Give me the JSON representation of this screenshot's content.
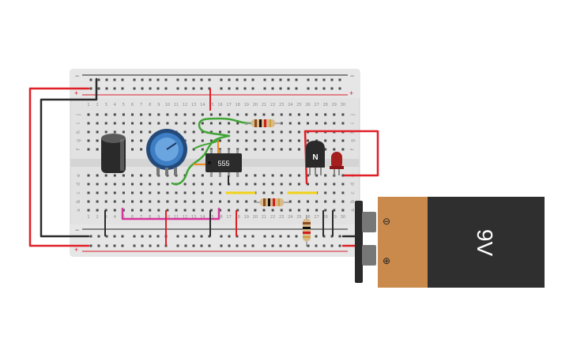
{
  "breadboard": {
    "columns": 30,
    "rows_top": [
      "j",
      "i",
      "h",
      "g",
      "f"
    ],
    "rows_bottom": [
      "e",
      "d",
      "c",
      "b",
      "a"
    ],
    "rail_plus": "+",
    "rail_minus": "−"
  },
  "components": {
    "ic_label": "555",
    "transistor_label": "N",
    "battery_label": "9V",
    "battery_minus": "⊖",
    "battery_plus": "⊕"
  },
  "colors": {
    "board": "#e2e2e2",
    "hole": "#4a4a4a",
    "rail_red": "#d91e2a",
    "rail_black": "#222222",
    "wire_red": "#e01f26",
    "wire_black": "#2b2b2b",
    "wire_green": "#3fa535",
    "wire_magenta": "#d6379a",
    "wire_yellow": "#f2d21a",
    "battery_body": "#2f2f2f",
    "battery_label": "#c98a4c",
    "led": "#a51f1f",
    "pot": "#3d7ec4"
  }
}
